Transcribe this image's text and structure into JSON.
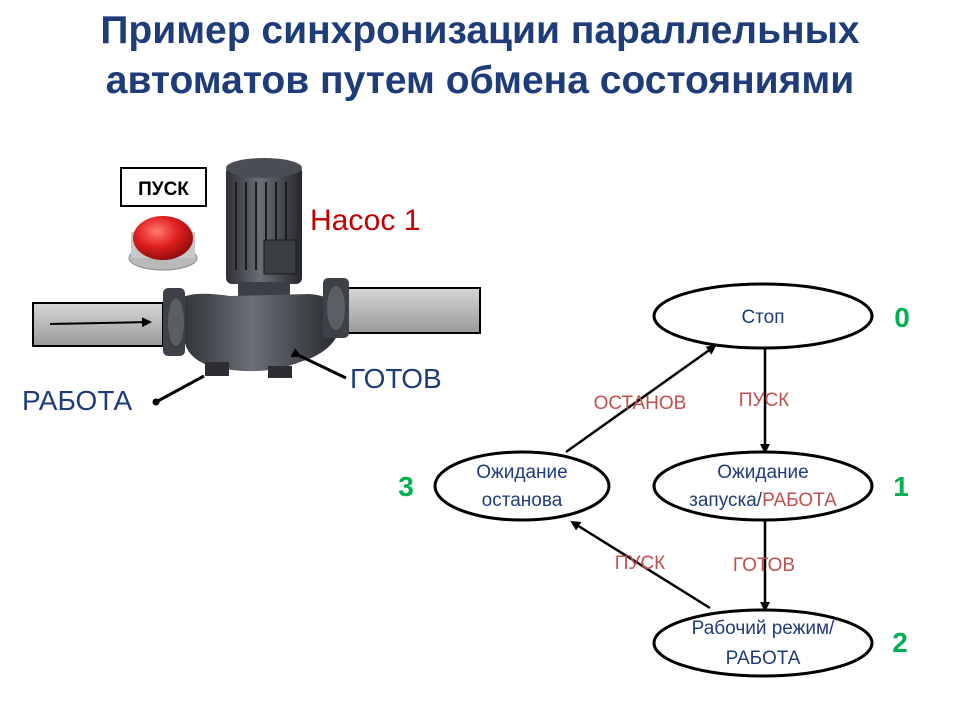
{
  "title": {
    "line1": "Пример синхронизации параллельных",
    "line2": "автоматов путем обмена состояниями"
  },
  "colors": {
    "title": "#1f3c7a",
    "pump_name": "#c00000",
    "signal": "#c0504d",
    "number": "#00b050",
    "state_text": "#1f3c7a",
    "button_red": "#e02020"
  },
  "left": {
    "start_button_label": "ПУСК",
    "pump_name": "Насос 1",
    "ready_label": "ГОТОВ",
    "work_label": "РАБОТА"
  },
  "states": {
    "s0": {
      "name": "Стоп",
      "number": "0"
    },
    "s1": {
      "name_line1": "Ожидание",
      "name_line2": "запуска/",
      "name_line2_signal": "РАБОТА",
      "number": "1"
    },
    "s2": {
      "name_line1": "Рабочий режим/",
      "name_line2_signal": "РАБОТА",
      "number": "2"
    },
    "s3": {
      "name_line1": "Ожидание",
      "name_line2": "останова",
      "number": "3"
    }
  },
  "transitions": {
    "t01": "ПУСК",
    "t12": "ГОТОВ",
    "t23": "ПУСК",
    "t30": "ОСТАНОВ"
  }
}
